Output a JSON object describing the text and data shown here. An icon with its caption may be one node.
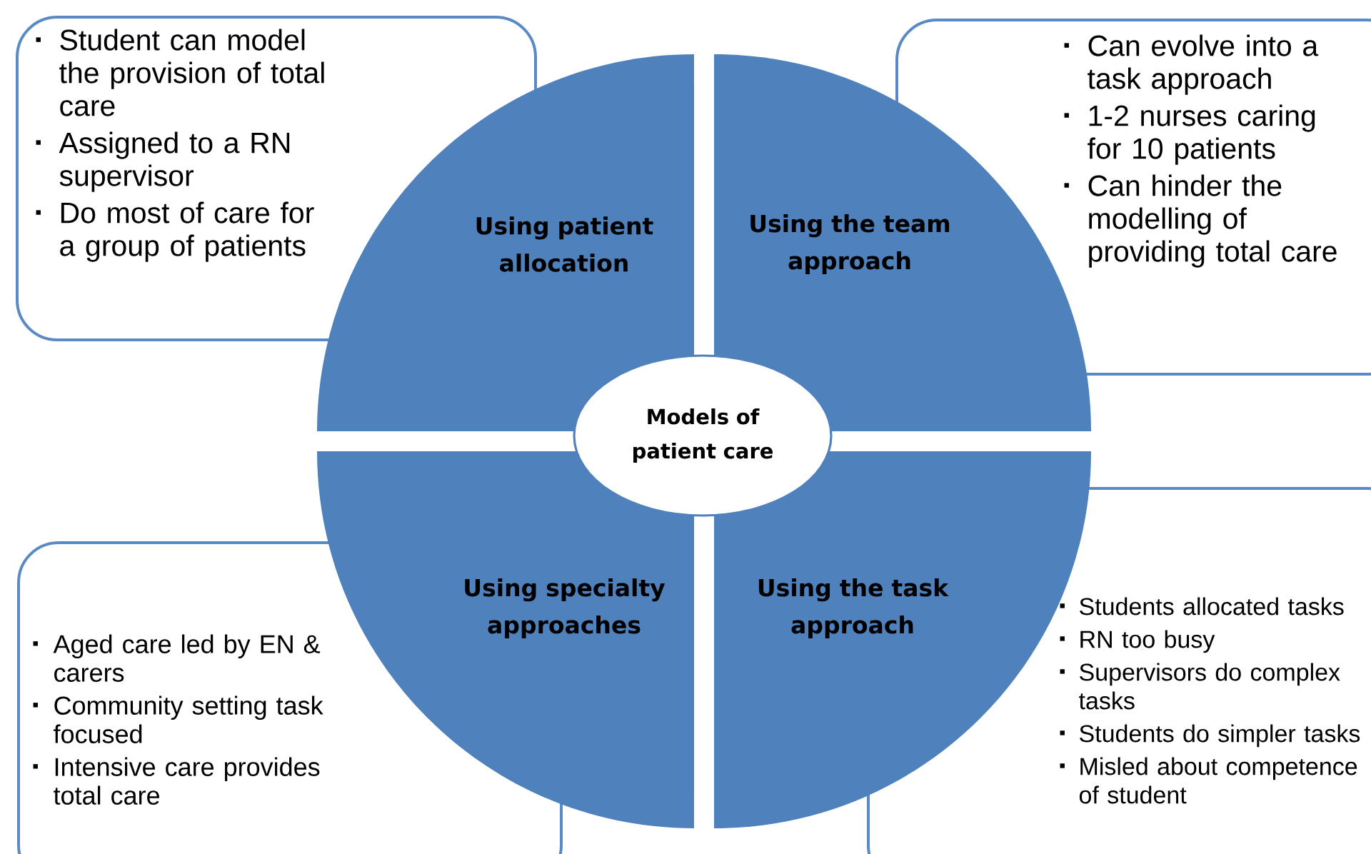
{
  "diagram": {
    "nodes": [
      {
        "text": [
          "Models of patient care"
        ]
      },
      {
        "text": [
          "Using patient allocation"
        ]
      },
      {
        "text": [
          "Using the team approach"
        ]
      },
      {
        "text": [
          "Using specialty approaches"
        ]
      },
      {
        "text": [
          "Using the task approach"
        ]
      },
      {
        "text": [
          "Student can model the provision of total care",
          "Assigned to a RN supervisor",
          "Do most of care for a group of patients"
        ]
      },
      {
        "text": [
          "Can evolve into a task approach",
          "1-2 nurses caring for 10 patients",
          "Can hinder the modelling of providing total care"
        ]
      },
      {
        "text": [
          "Aged care led by EN & carers",
          "Community setting task focused",
          "Intensive care provides total care"
        ]
      },
      {
        "text": [
          "Students allocated tasks",
          "RN too busy",
          "Supervisors do complex tasks",
          "Students do simpler tasks",
          "Misled about competence of student"
        ]
      }
    ]
  }
}
